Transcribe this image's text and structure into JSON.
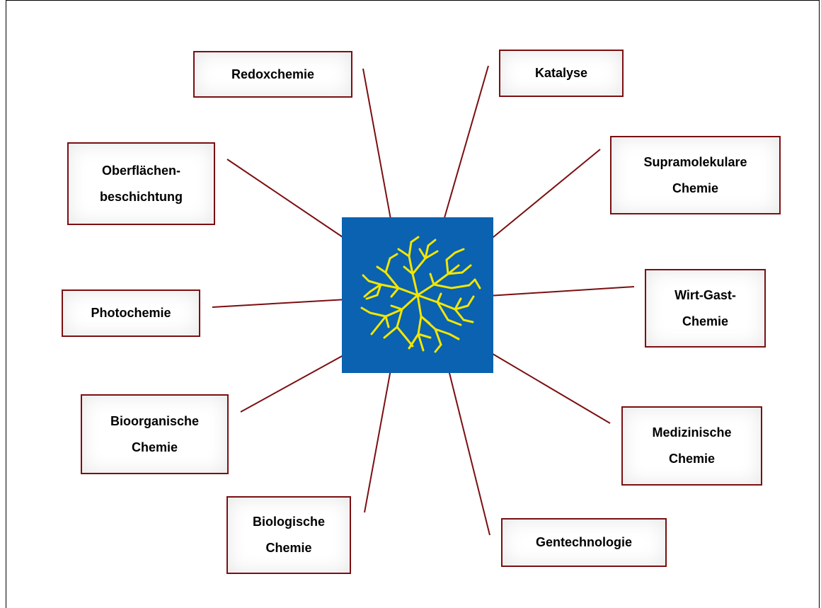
{
  "diagram": {
    "center_image": "dendrimer-icon",
    "colors": {
      "border": "#7b0f12",
      "line": "#7b0f12",
      "center_bg": "#0a62b0",
      "center_fg": "#f2e600"
    },
    "nodes": [
      {
        "id": "redox",
        "label": "Redoxchemie"
      },
      {
        "id": "katalyse",
        "label": "Katalyse"
      },
      {
        "id": "oberflaeche",
        "label": "Oberflächen-\nbeschichtung"
      },
      {
        "id": "supra",
        "label": "Supramolekulare\nChemie"
      },
      {
        "id": "photo",
        "label": "Photochemie"
      },
      {
        "id": "wirtgast",
        "label": "Wirt-Gast-\nChemie"
      },
      {
        "id": "bioorg",
        "label": "Bioorganische\nChemie"
      },
      {
        "id": "medizin",
        "label": "Medizinische\nChemie"
      },
      {
        "id": "bio",
        "label": "Biologische\nChemie"
      },
      {
        "id": "gen",
        "label": "Gentechnologie"
      }
    ]
  }
}
